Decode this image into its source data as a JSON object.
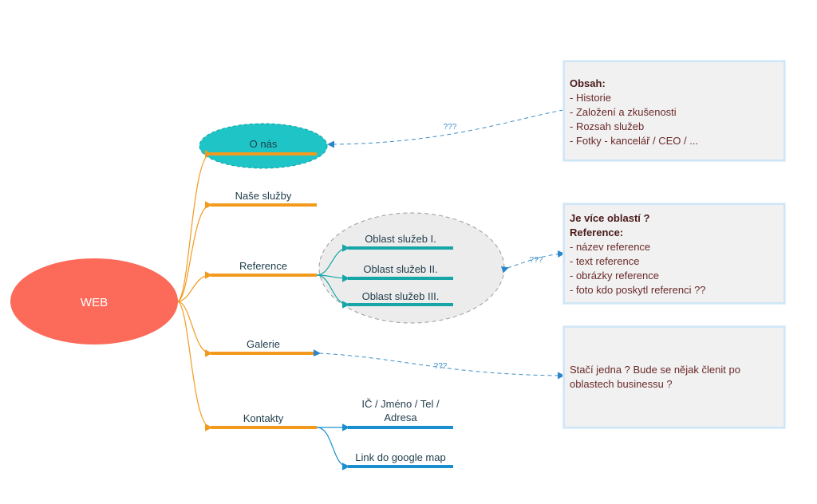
{
  "root": {
    "label": "WEB",
    "color": "#fc6a5a"
  },
  "branches": [
    {
      "label": "O nás"
    },
    {
      "label": "Naše služby"
    },
    {
      "label": "Reference",
      "children": [
        "Oblast služeb I.",
        "Oblast služeb II.",
        "Oblast služeb III."
      ]
    },
    {
      "label": "Galerie"
    },
    {
      "label": "Kontakty",
      "children": [
        "IČ / Jméno / Tel /",
        "Adresa",
        "Link do google map"
      ]
    }
  ],
  "relationship_label": "???",
  "notes": {
    "o_nas": {
      "title": "Obsah:",
      "lines": [
        "- Historie",
        "- Založení a zkušenosti",
        "- Rozsah služeb",
        "- Fotky - kancelář / CEO / ..."
      ]
    },
    "reference": {
      "title_1": "Je více oblastí ?",
      "title_2": "Reference:",
      "lines": [
        "- název reference",
        "- text reference",
        "- obrázky reference",
        "- foto kdo poskytl referenci ??"
      ]
    },
    "galerie": {
      "lines": [
        "Stačí jedna ? Bude se nějak členit po",
        "oblastech businessu ?"
      ]
    }
  },
  "colors": {
    "branch": "#f39a1e",
    "teal": "#17a6a8",
    "blue": "#1a8fd0",
    "onas_fill": "#1ec4c6",
    "dash": "#3a8fc9"
  }
}
